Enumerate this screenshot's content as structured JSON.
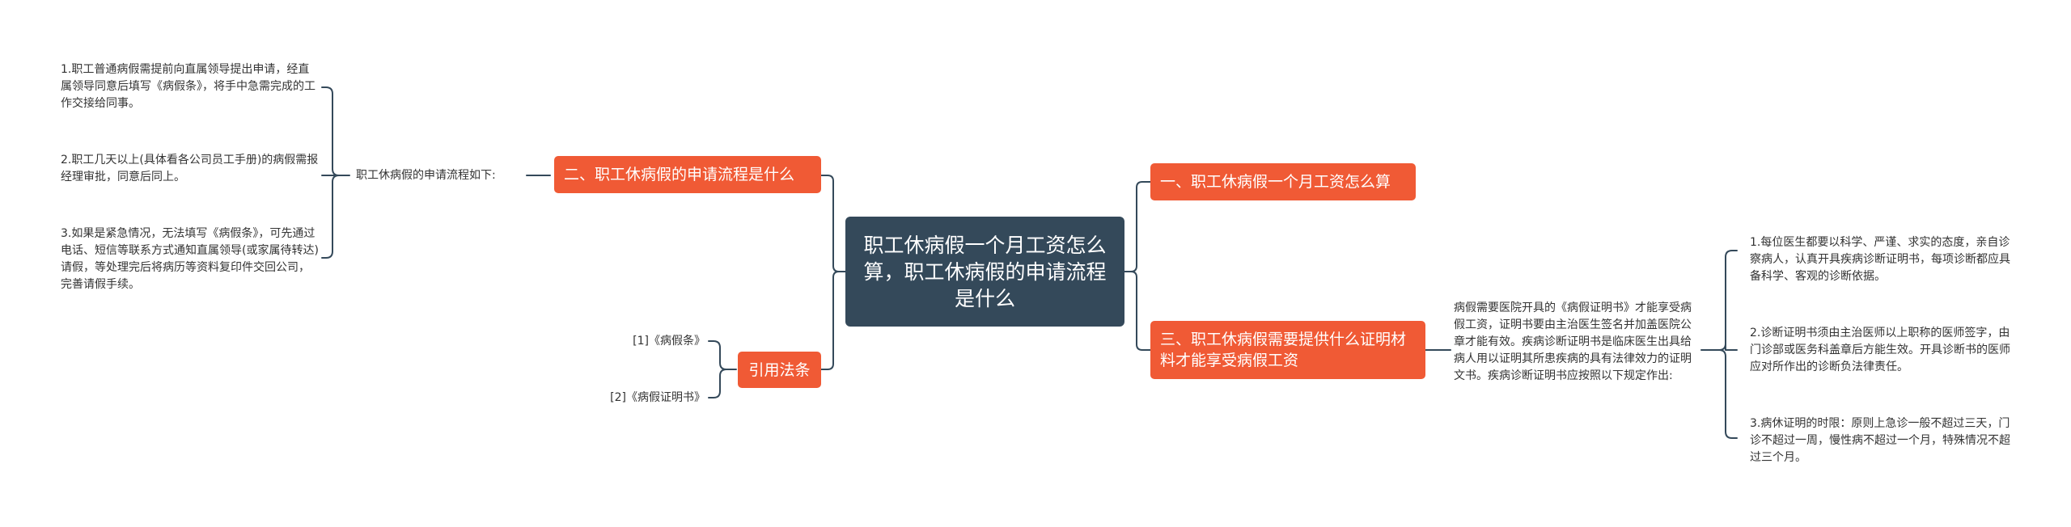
{
  "root": {
    "title": "职工休病假一个月工资怎么算，职工休病假的申请流程是什么"
  },
  "right_branches": [
    {
      "label": "一、职工休病假一个月工资怎么算"
    },
    {
      "label": "三、职工休病假需要提供什么证明材料才能享受病假工资",
      "detail": "病假需要医院开具的《病假证明书》才能享受病假工资，证明书要由主治医生签名并加盖医院公章才能有效。疾病诊断证明书是临床医生出具给病人用以证明其所患疾病的具有法律效力的证明文书。疾病诊断证明书应按照以下规定作出:",
      "items": [
        "1.每位医生都要以科学、严谨、求实的态度，亲自诊察病人，认真开具疾病诊断证明书，每项诊断都应具备科学、客观的诊断依据。",
        "2.诊断证明书须由主治医师以上职称的医师签字，由门诊部或医务科盖章后方能生效。开具诊断书的医师应对所作出的诊断负法律责任。",
        "3.病休证明的时限：原则上急诊一般不超过三天，门诊不超过一周，慢性病不超过一个月，特殊情况不超过三个月。"
      ]
    }
  ],
  "left_branches": [
    {
      "label": "二、职工休病假的申请流程是什么",
      "detail": "职工休病假的申请流程如下:",
      "items": [
        "1.职工普通病假需提前向直属领导提出申请，经直属领导同意后填写《病假条》，将手中急需完成的工作交接给同事。",
        "2.职工几天以上(具体看各公司员工手册)的病假需报经理审批，同意后同上。",
        "3.如果是紧急情况，无法填写《病假条》，可先通过电话、短信等联系方式通知直属领导(或家属待转达)请假，等处理完后将病历等资料复印件交回公司，完善请假手续。"
      ]
    },
    {
      "label": "引用法条",
      "items": [
        "[1]《病假条》",
        "[2]《病假证明书》"
      ]
    }
  ],
  "colors": {
    "root_bg": "#34495a",
    "branch_bg": "#f05a35",
    "line": "#34495a",
    "text": "#333333"
  }
}
